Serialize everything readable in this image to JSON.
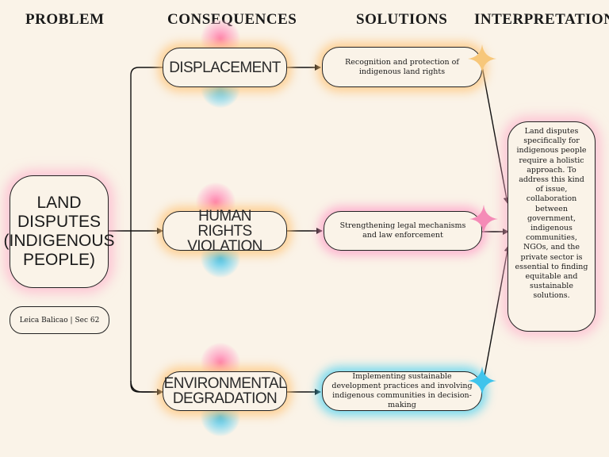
{
  "headers": {
    "problem": "PROBLEM",
    "consequences": "CONSEQUENCES",
    "solutions": "SOLUTIONS",
    "interpretation": "INTERPRETATION"
  },
  "problem": {
    "label": "LAND DISPUTES (INDIGENOUS PEOPLE)"
  },
  "credit": "Leica Balicao | Sec 62",
  "consequences": [
    {
      "label": "DISPLACEMENT",
      "glow": "#ffc478"
    },
    {
      "label": "HUMAN RIGHTS VIOLATION",
      "glow": "#ffc478"
    },
    {
      "label": "ENVIRONMENTAL DEGRADATION",
      "glow": "#ffc478"
    }
  ],
  "solutions": [
    {
      "label": "Recognition and protection of indigenous land rights",
      "glow": "#ffc478",
      "sparkle": "#f7c77a"
    },
    {
      "label": "Strengthening legal mechanisms and law enforcement",
      "glow": "#ffa0c8",
      "sparkle": "#f58bb7"
    },
    {
      "label": "Implementing sustainable development practices and involving indigenous communities in decision-making",
      "glow": "#50d2f0",
      "sparkle": "#3fc4ec"
    }
  ],
  "interpretation": "Land disputes specifically for indigenous people require a holistic approach. To address this kind of issue, collaboration between government, indigenous communities, NGOs, and the private sector is essential to finding equitable and sustainable solutions."
}
